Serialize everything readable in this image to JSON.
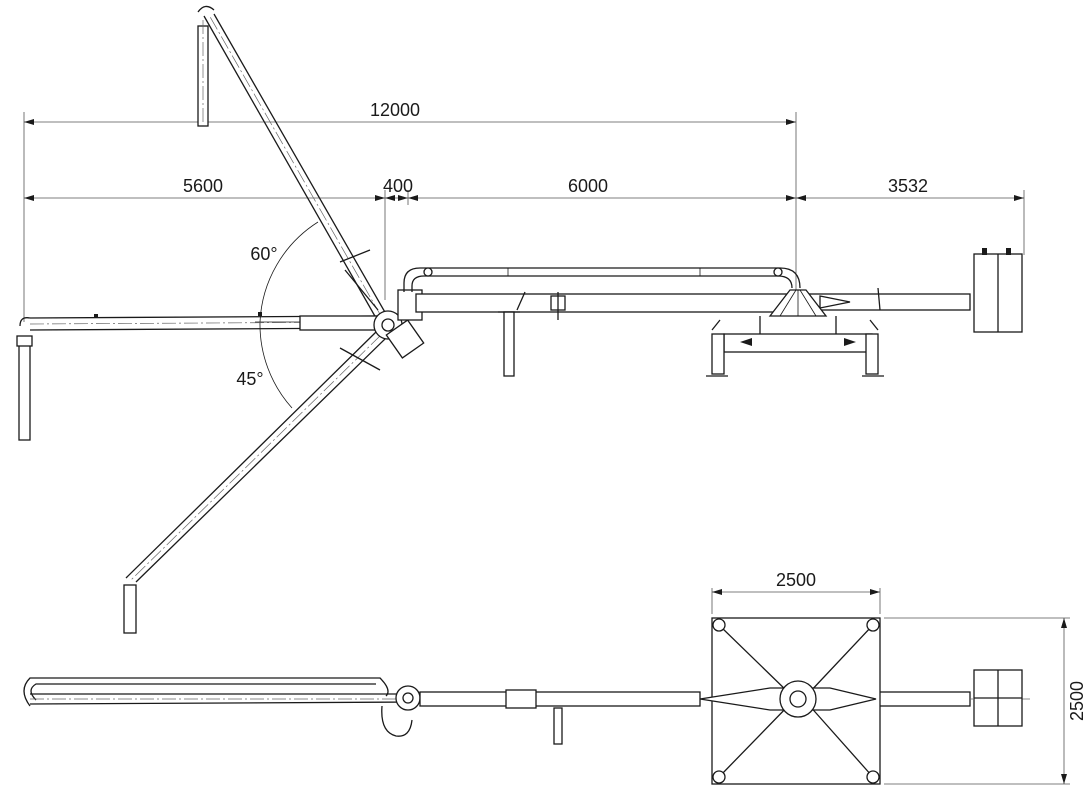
{
  "dimensions": {
    "overall": "12000",
    "boom_reach": "5600",
    "offset": "400",
    "arm_length": "6000",
    "counterweight_arm": "3532",
    "base_width": "2500",
    "base_depth": "2500"
  },
  "angles": {
    "raise": "60°",
    "lower": "45°"
  },
  "colors": {
    "line": "#1a1a1a",
    "dimension": "#555555",
    "background": "#ffffff"
  }
}
